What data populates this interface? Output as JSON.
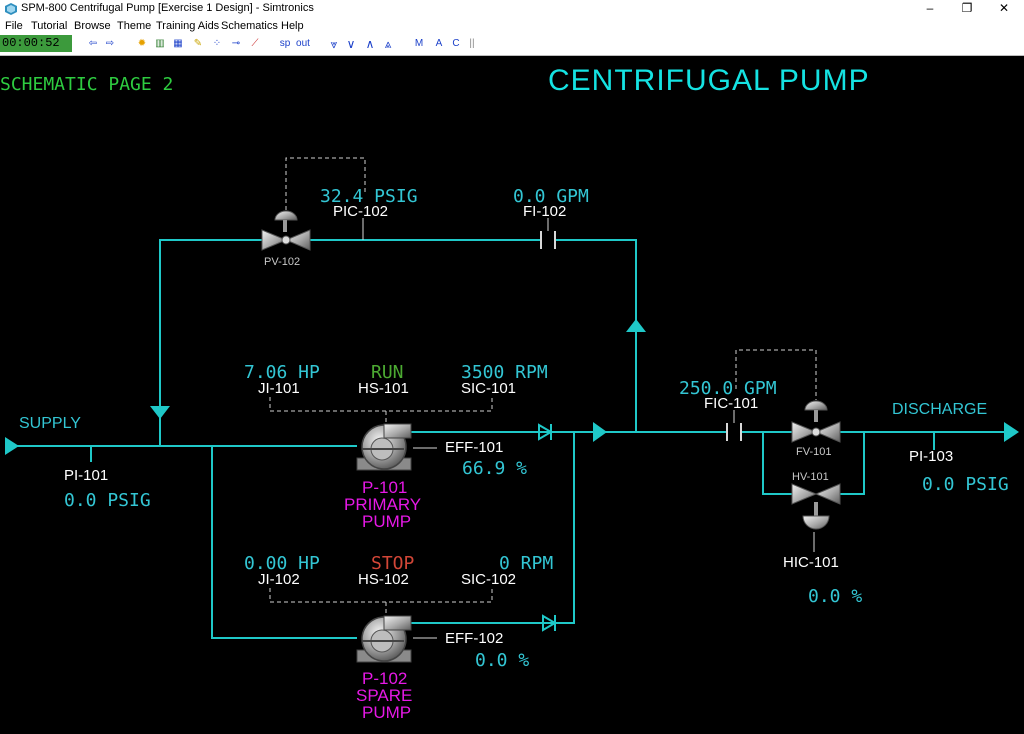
{
  "window": {
    "title": "SPM-800 Centrifugal Pump [Exercise 1 Design] - Simtronics",
    "minimize": "–",
    "restore": "❐",
    "close": "✕"
  },
  "menu": {
    "file": "File",
    "tutorial": "Tutorial",
    "browse": "Browse",
    "theme": "Theme",
    "training_aids": "Training Aids",
    "schematics": "Schematics",
    "help": "Help"
  },
  "toolbar": {
    "clock": "00:00:52",
    "sp": "sp",
    "out": "out",
    "m": "M",
    "a": "A",
    "c": "C"
  },
  "page": {
    "label": "SCHEMATIC PAGE 2",
    "title": "CENTRIFUGAL PUMP"
  },
  "colors": {
    "pipe": "#1fc8c8",
    "value": "#33c6d4",
    "tag": "#ffffff",
    "pump_name": "#e619e6",
    "run": "#4caa32",
    "stop": "#d24637",
    "page_label": "#2ecc40"
  },
  "supply": {
    "label": "SUPPLY",
    "pi_tag": "PI-101",
    "pi_value": "0.0 PSIG"
  },
  "discharge": {
    "label": "DISCHARGE",
    "pi_tag": "PI-103",
    "pi_value": "0.0 PSIG"
  },
  "bypass": {
    "pic_value": "32.4 PSIG",
    "pic_tag": "PIC-102",
    "pv_tag": "PV-102",
    "fi_value": "0.0 GPM",
    "fi_tag": "FI-102"
  },
  "pump1": {
    "hp": "7.06 HP",
    "hp_tag": "JI-101",
    "status": "RUN",
    "hs_tag": "HS-101",
    "rpm": "3500 RPM",
    "sic_tag": "SIC-101",
    "eff_tag": "EFF-101",
    "eff_value": "66.9 %",
    "name": "P-101",
    "desc1": "PRIMARY",
    "desc2": "PUMP"
  },
  "pump2": {
    "hp": "0.00 HP",
    "hp_tag": "JI-102",
    "status": "STOP",
    "hs_tag": "HS-102",
    "rpm": "0 RPM",
    "sic_tag": "SIC-102",
    "eff_tag": "EFF-102",
    "eff_value": "0.0 %",
    "name": "P-102",
    "desc1": "SPARE",
    "desc2": "PUMP"
  },
  "flow": {
    "fic_value": "250.0 GPM",
    "fic_tag": "FIC-101",
    "fv_tag": "FV-101",
    "hv_tag": "HV-101",
    "hic_tag": "HIC-101",
    "hic_value": "0.0 %"
  }
}
